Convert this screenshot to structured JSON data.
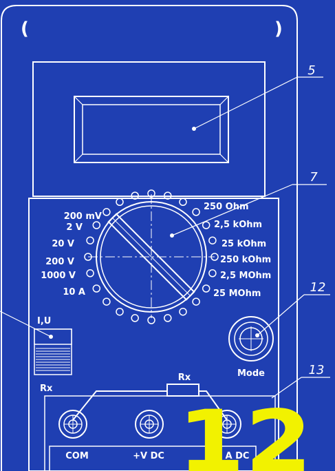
{
  "colors": {
    "background": "#1f3fb2",
    "line": "#ffffff",
    "highlight": "#f2f200"
  },
  "callouts": {
    "display": "5",
    "selector": "7",
    "mode_button": "12",
    "terminals": "13"
  },
  "dial": {
    "left_labels": [
      "200 mV",
      "2 V",
      "20 V",
      "200 V",
      "1000 V",
      "10 A"
    ],
    "right_labels": [
      "250 Ohm",
      "2,5 kOhm",
      "25 kOhm",
      "250 kOhm",
      "2,5 MOhm",
      "25 MOhm"
    ]
  },
  "switch": {
    "top_label": "I,U",
    "bottom_label": "Rx"
  },
  "mode_button": {
    "label": "Mode"
  },
  "resistor": {
    "label": "Rx"
  },
  "terminals": {
    "labels": [
      "COM",
      "+V DC",
      "A DC"
    ]
  },
  "page_number": "12"
}
